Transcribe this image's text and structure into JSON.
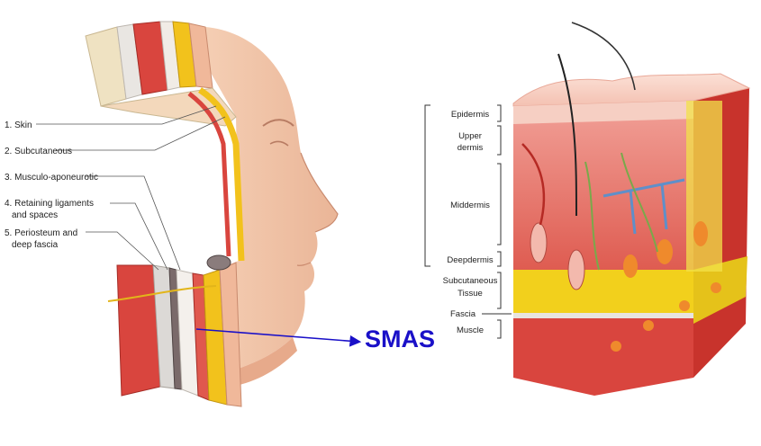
{
  "left_panel": {
    "labels": [
      {
        "line1": "1. Skin",
        "line2": ""
      },
      {
        "line1": "2. Subcutaneous",
        "line2": ""
      },
      {
        "line1": "3. Musculo-aponeurotic",
        "line2": ""
      },
      {
        "line1": "4. Retaining ligaments",
        "line2": "and spaces"
      },
      {
        "line1": "5. Periosteum and",
        "line2": "deep fascia"
      }
    ]
  },
  "callout": {
    "label": "SMAS",
    "color": "#1a10c8"
  },
  "right_panel": {
    "labels": [
      {
        "line1": "Epidermis",
        "line2": ""
      },
      {
        "line1": "Upper",
        "line2": "dermis"
      },
      {
        "line1": "Middermis",
        "line2": ""
      },
      {
        "line1": "Deepdermis",
        "line2": ""
      },
      {
        "line1": "Subcutaneous",
        "line2": "Tissue"
      },
      {
        "line1": "Fascia",
        "line2": ""
      },
      {
        "line1": "Muscle",
        "line2": ""
      }
    ]
  },
  "colors": {
    "skin": "#f3c3a3",
    "muscle": "#d9453e",
    "fat": "#f2d01c",
    "fascia": "#e8e4df",
    "dermis": "#e86d63",
    "arrow": "#1a10c8"
  }
}
